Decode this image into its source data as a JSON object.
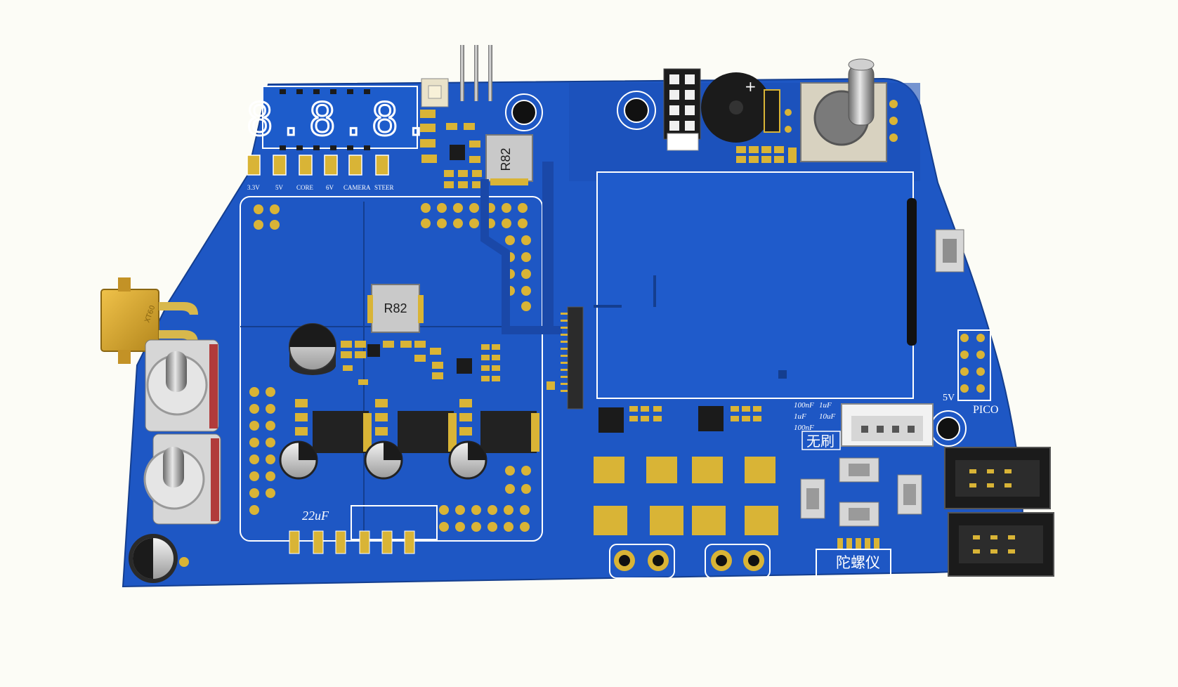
{
  "board": {
    "colors": {
      "background": "#fcfcf6",
      "pcb": "#1e57c4",
      "pcb_dark": "#1a48a8",
      "gold": "#d9b436",
      "silkscreen": "#ffffff",
      "component_body": "#222222"
    },
    "display": {
      "digits": "8.8.8."
    },
    "led_labels": [
      "3.3V",
      "5V",
      "CORE",
      "6V",
      "CAMERA",
      "STEER"
    ],
    "inductors": [
      "R82",
      "R82"
    ],
    "silk": {
      "cap_22uf": "22uF",
      "brushless": "无刷",
      "gyro": "陀螺仪",
      "pico": "PICO",
      "five_v": "5V",
      "cap_notes": [
        "100nF",
        "1uF",
        "1uF",
        "10uF",
        "100nF"
      ],
      "xt60": "XT60"
    },
    "icons": [
      "xt60-connector-icon",
      "toggle-switch-icon",
      "buzzer-icon",
      "rotary-encoder-icon",
      "electrolytic-capacitor-icon",
      "box-header-icon",
      "tact-switch-icon"
    ]
  }
}
